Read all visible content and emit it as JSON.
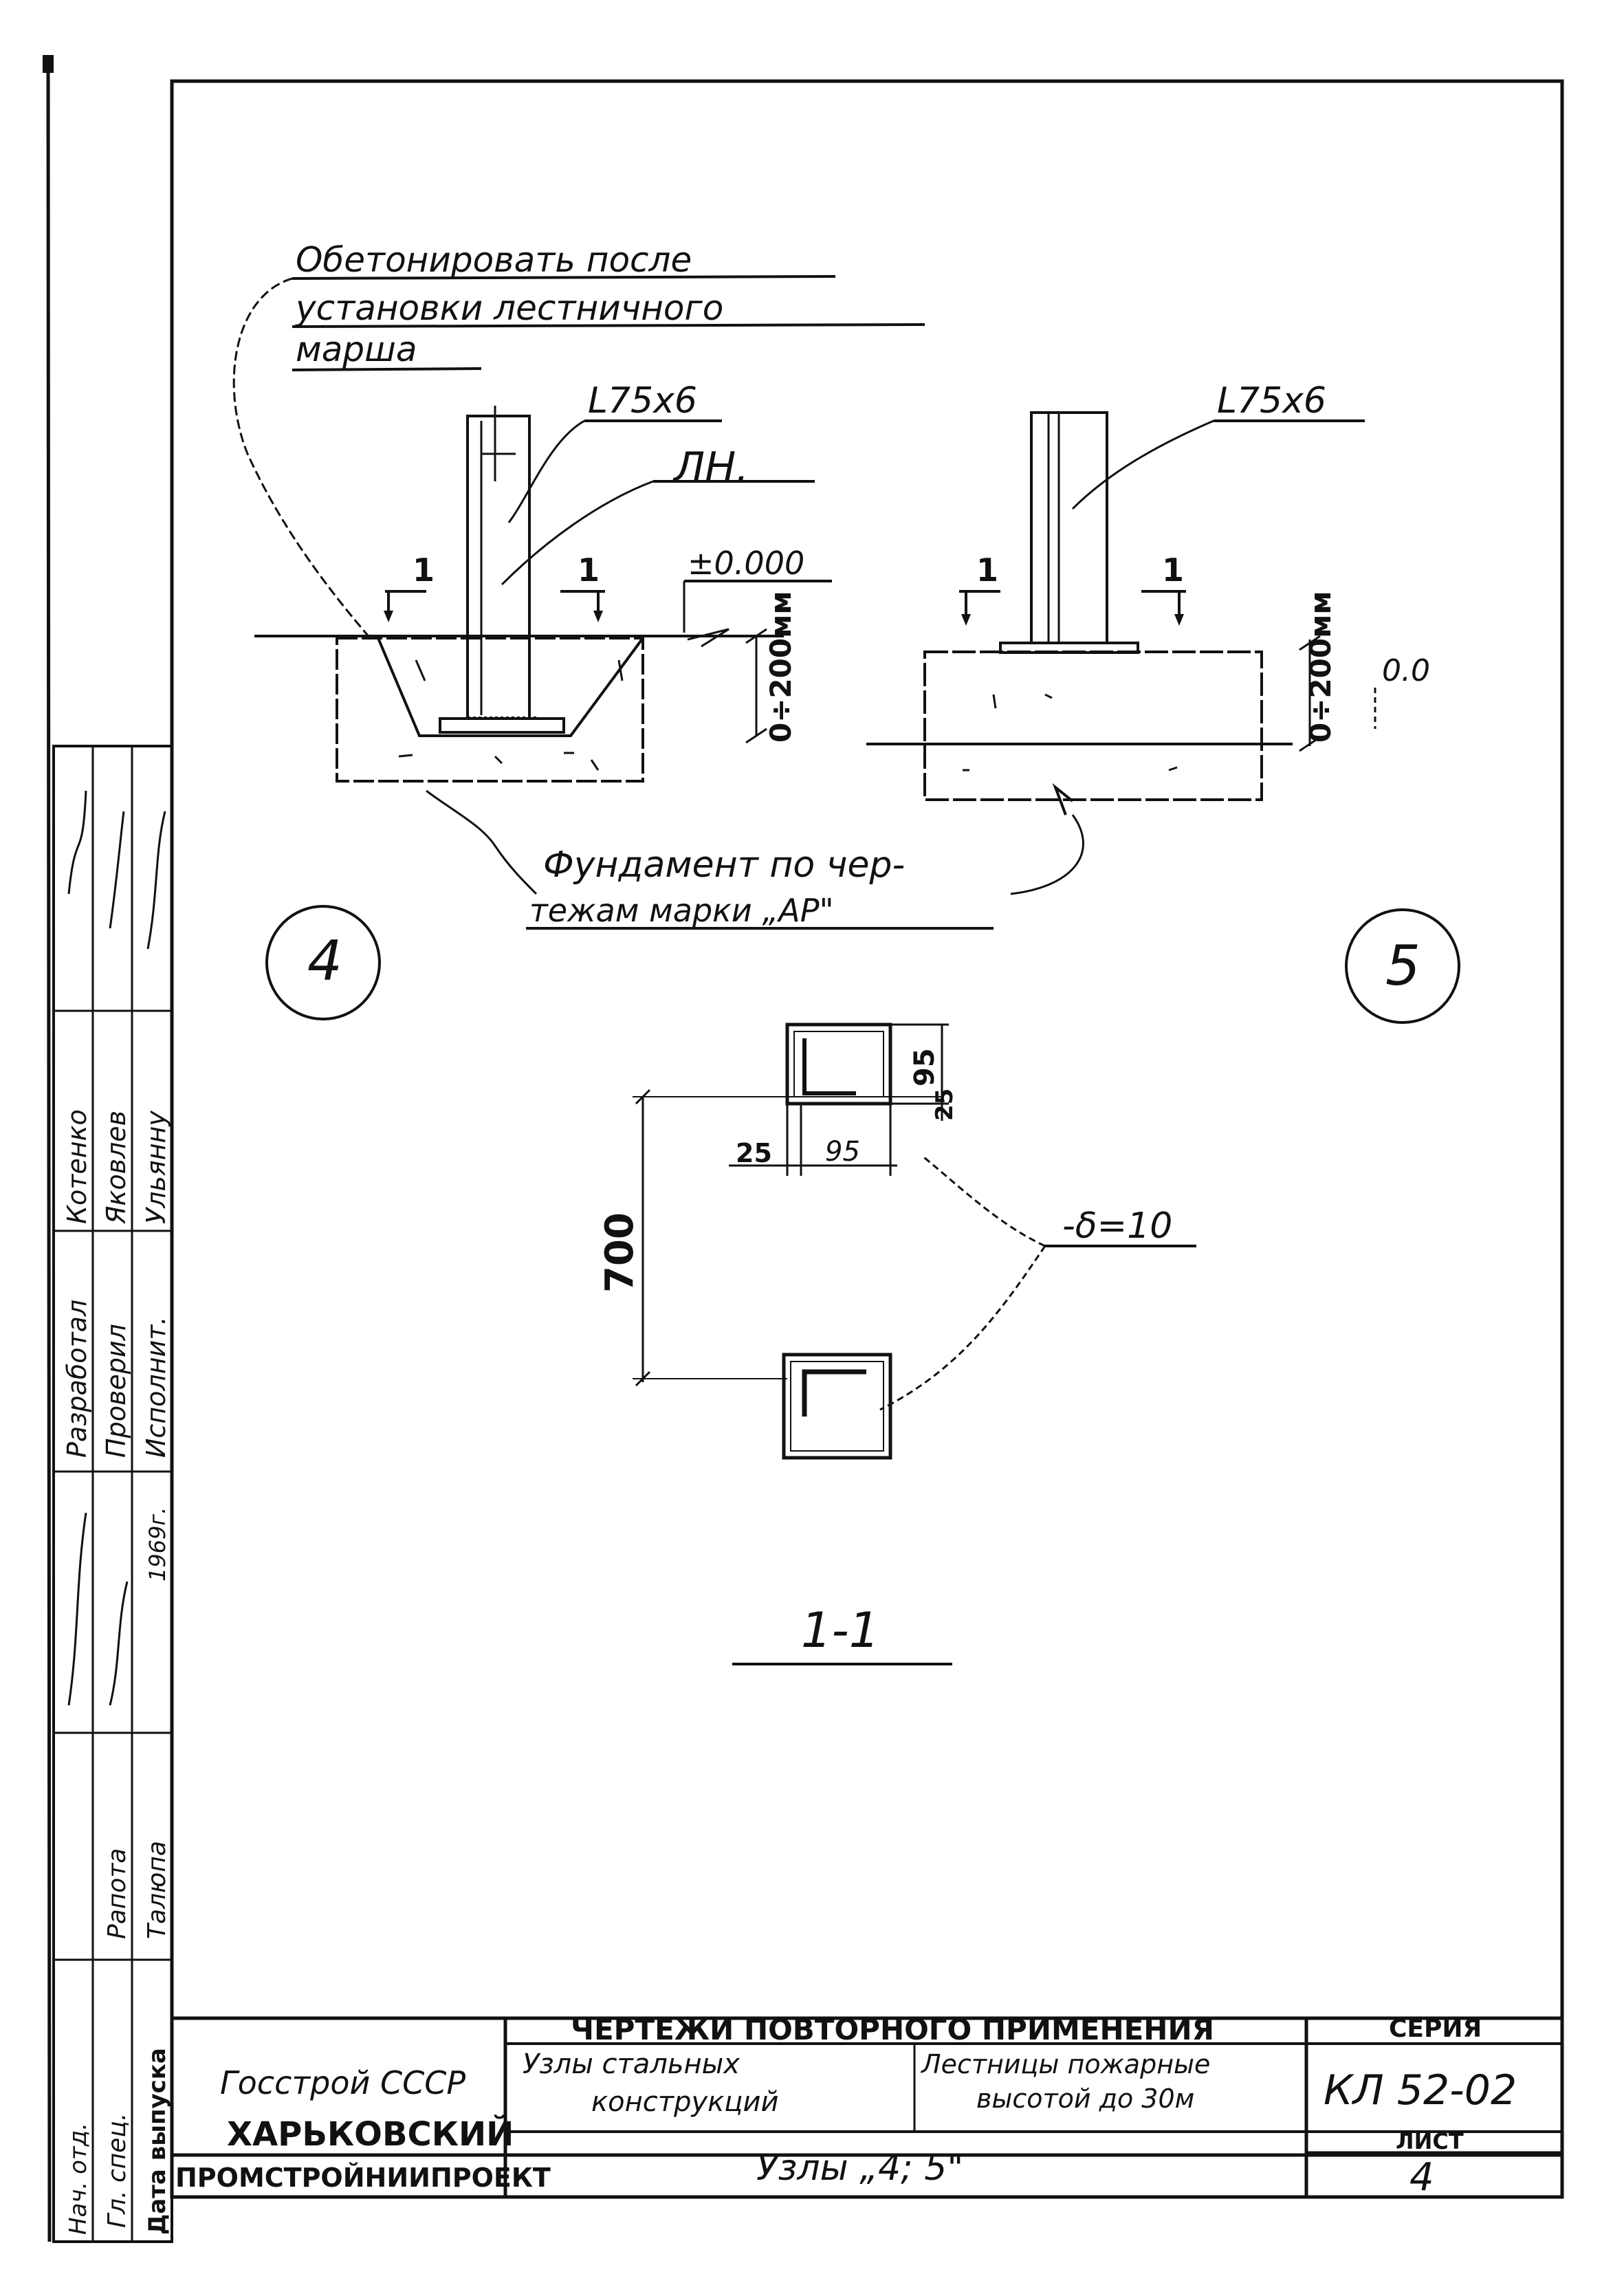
{
  "node4": {
    "note_lines": [
      "Обетонировать после",
      "установки лестничного",
      "марша"
    ],
    "angle_label": "L75x6",
    "weld_label": "ЛН.",
    "level_label": "±0.000",
    "depth_label": "0÷200мм",
    "section_mark": "1",
    "node_number": "4"
  },
  "node5": {
    "angle_label": "L75x6",
    "depth_label": "0÷200мм",
    "level_label": "0.0",
    "section_mark": "1",
    "node_number": "5"
  },
  "foundation_note_lines": [
    "Фундамент по чер-",
    "тежам марки „АР\""
  ],
  "section_1_1": {
    "title": "1-1",
    "dim_vertical": "700",
    "dim_plate": "95",
    "dim_edge": "25",
    "dim_bottom_edge": "25",
    "dim_bottom_plate": "95",
    "plate_label": "-δ=10"
  },
  "side_stamp": {
    "rows": [
      {
        "role": "Разработал",
        "name": "Котенко"
      },
      {
        "role": "Проверил",
        "name": "Яковлев"
      },
      {
        "role": "Исполнит.",
        "name": "Ульянну"
      }
    ],
    "year": "1969г.",
    "role_left_1": "Рапота",
    "role_left_2": "Гл. спец.",
    "role_left_3": "Талюпа",
    "role_left_4": "Дата выпуска",
    "role_left_5": "Нач. отд."
  },
  "title_block": {
    "org_line1": "Госстрой СССР",
    "org_line2": "ХАРЬКОВСКИЙ",
    "org_line3": "ПРОМСТРОЙНИИПРОЕКТ",
    "header": "ЧЕРТЕЖИ ПОВТОРНОГО ПРИМЕНЕНИЯ",
    "subject_line1": "Узлы стальных",
    "subject_line2": "конструкций",
    "object_line1": "Лестницы пожарные",
    "object_line2": "высотой до 30м",
    "sheet_title": "Узлы „4; 5\"",
    "series_label": "СЕРИЯ",
    "series_value": "КЛ 52-02",
    "sheet_label": "ЛИСТ",
    "sheet_value": "4"
  }
}
